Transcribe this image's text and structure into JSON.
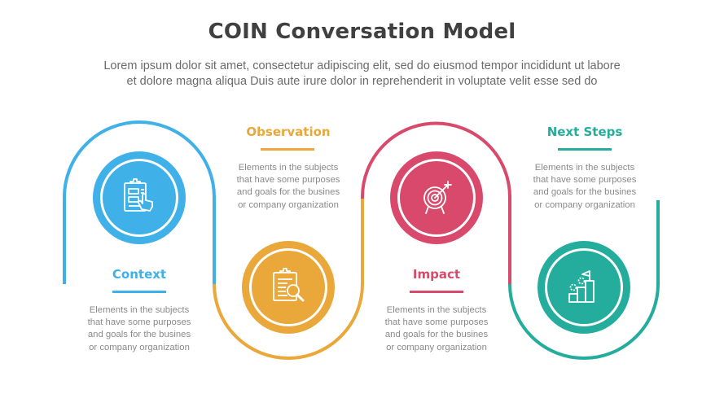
{
  "header": {
    "title": "COIN Conversation Model",
    "subtitle_line1": "Lorem ipsum dolor sit amet, consectetur adipiscing elit, sed do eiusmod tempor incididunt ut labore",
    "subtitle_line2": "et dolore magna aliqua Duis aute irure dolor in reprehenderit in voluptate velit esse sed do"
  },
  "colors": {
    "context": "#3fb0e8",
    "observation": "#eaa73a",
    "impact": "#d9496b",
    "next_steps": "#24ad9c",
    "title": "#404040",
    "body_text": "#8a8a8a"
  },
  "steps": [
    {
      "label": "Context",
      "icon": "clipboard-hand-pointer-icon",
      "description_lines": [
        "Elements in the subjects",
        "that have some purposes",
        "and goals for the  busines",
        "or company organization"
      ]
    },
    {
      "label": "Observation",
      "icon": "clipboard-magnifier-icon",
      "description_lines": [
        "Elements in the subjects",
        "that have some purposes",
        "and goals for the  busines",
        "or company organization"
      ]
    },
    {
      "label": "Impact",
      "icon": "target-arrow-icon",
      "description_lines": [
        "Elements in the subjects",
        "that have some purposes",
        "and goals for the  busines",
        "or company organization"
      ]
    },
    {
      "label": "Next Steps",
      "icon": "podium-flag-icon",
      "description_lines": [
        "Elements in the subjects",
        "that have some purposes",
        "and goals for the  busines",
        "or company organization"
      ]
    }
  ]
}
